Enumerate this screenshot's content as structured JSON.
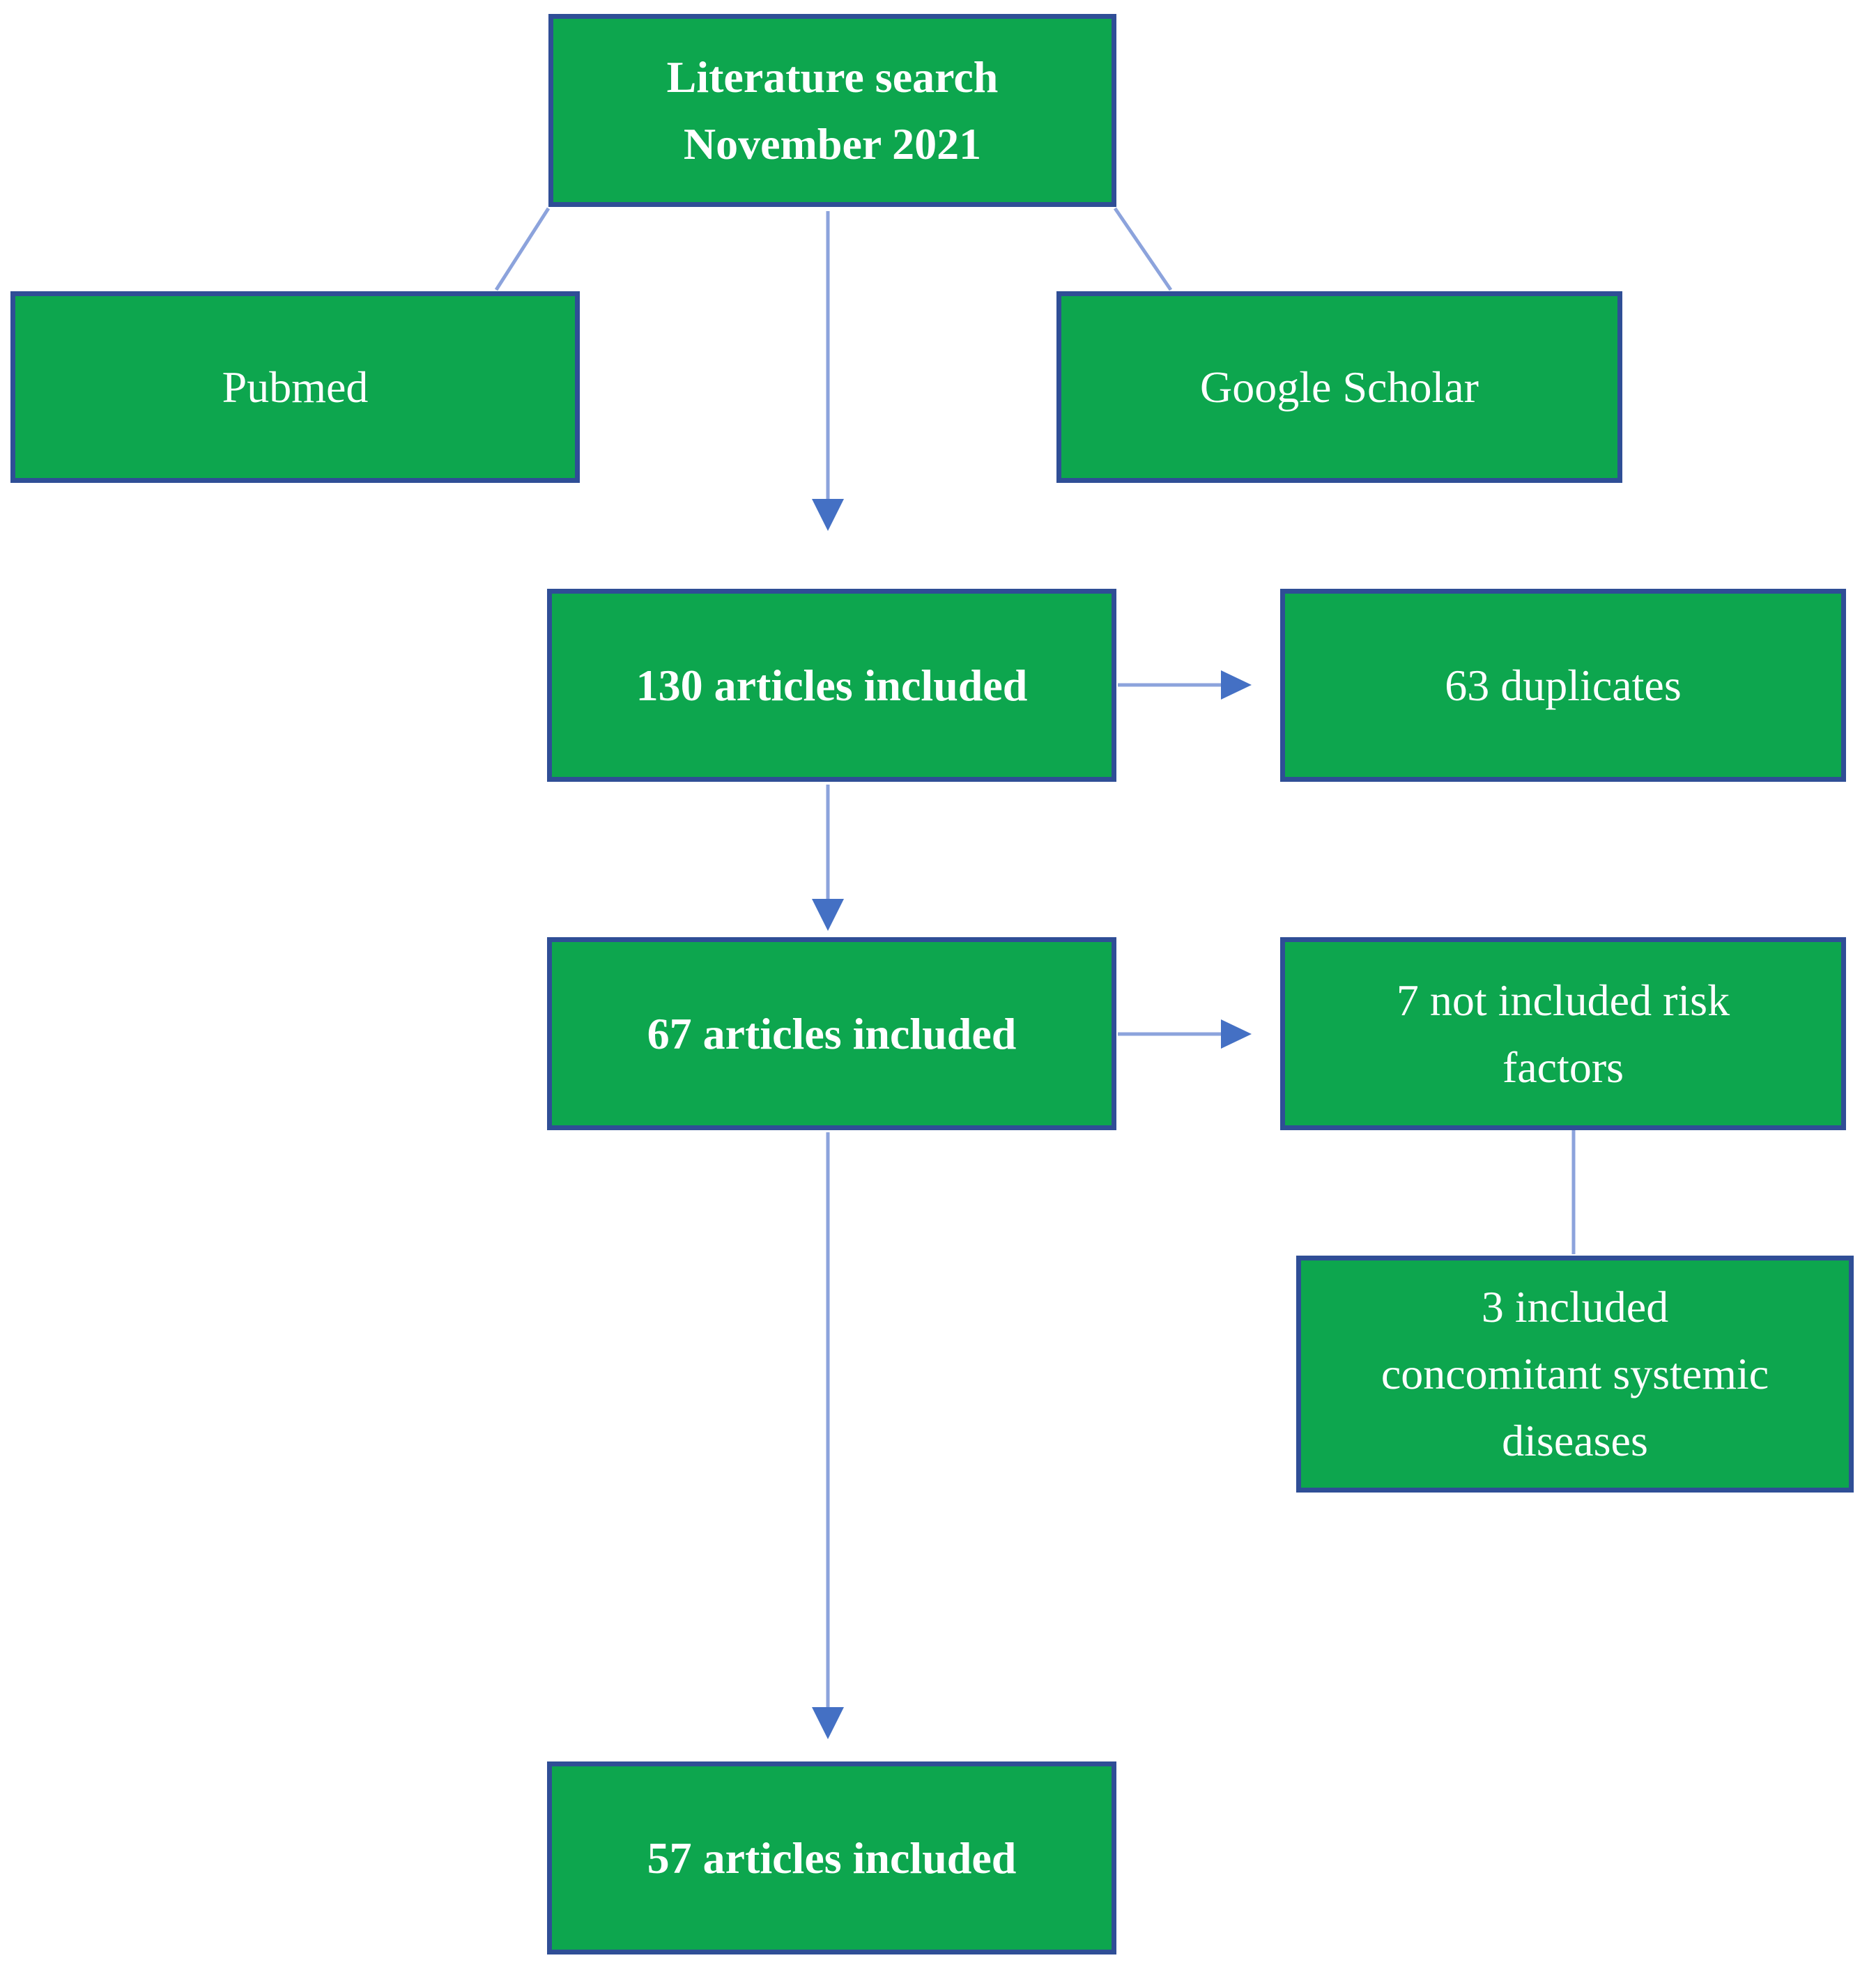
{
  "diagram": {
    "type": "flowchart",
    "nodes": {
      "literature_search": {
        "label": "Literature search\nNovember 2021",
        "emphasis": "bold"
      },
      "pubmed": {
        "label": "Pubmed",
        "emphasis": "regular"
      },
      "google_scholar": {
        "label": "Google Scholar",
        "emphasis": "regular"
      },
      "articles_130": {
        "label": "130 articles included",
        "emphasis": "bold"
      },
      "duplicates_63": {
        "label": "63 duplicates",
        "emphasis": "regular"
      },
      "articles_67": {
        "label": "67 articles included",
        "emphasis": "bold"
      },
      "not_included_risk": {
        "label": "7 not included risk\nfactors",
        "emphasis": "regular"
      },
      "concomitant": {
        "label": "3 included\nconcomitant systemic\ndiseases",
        "emphasis": "regular"
      },
      "articles_57": {
        "label": "57 articles included",
        "emphasis": "bold"
      }
    },
    "edges": [
      {
        "from": "literature_search",
        "to": "pubmed",
        "arrow": false
      },
      {
        "from": "literature_search",
        "to": "google_scholar",
        "arrow": false
      },
      {
        "from": "literature_search",
        "to": "articles_130",
        "arrow": true
      },
      {
        "from": "articles_130",
        "to": "duplicates_63",
        "arrow": true
      },
      {
        "from": "articles_130",
        "to": "articles_67",
        "arrow": true
      },
      {
        "from": "articles_67",
        "to": "not_included_risk",
        "arrow": true
      },
      {
        "from": "not_included_risk",
        "to": "concomitant",
        "arrow": false
      },
      {
        "from": "articles_67",
        "to": "articles_57",
        "arrow": true
      }
    ]
  },
  "colors": {
    "box-fill": "#0DA64E",
    "box-border": "#2F4E96",
    "edge-line": "#8CA3DC",
    "edge-head": "#4470C4",
    "box-text": "#FFFFFF",
    "background": "#FFFFFF"
  }
}
